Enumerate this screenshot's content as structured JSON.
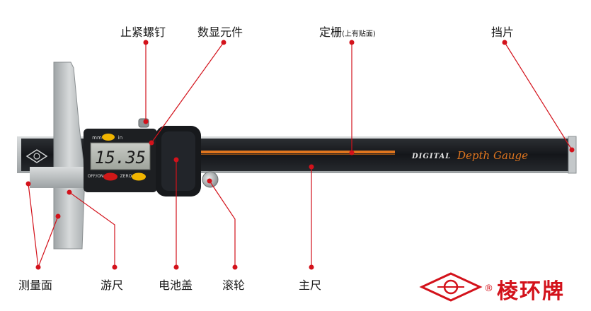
{
  "labels": {
    "lock_screw": "止紧螺钉",
    "display_unit": "数显元件",
    "grating": "定栅",
    "grating_note": "(上有贴面)",
    "stop_plate": "挡片",
    "measuring_face": "测量面",
    "vernier": "游尺",
    "battery_cover": "电池盖",
    "roller": "滚轮",
    "main_scale": "主尺"
  },
  "device": {
    "reading": "15.35",
    "unit_mm": "mm",
    "unit_in": "in",
    "button_onoff": "OFF/ON",
    "button_zero": "ZERO",
    "scale_text_1": "DIGITAL",
    "scale_text_2": "Depth Gauge"
  },
  "brand": {
    "name": "棱环牌",
    "reg": "®"
  },
  "colors": {
    "callout_red": "#d3121b",
    "accent_orange": "#e0761f",
    "button_yellow": "#f0b400",
    "button_red": "#d01818",
    "body_black": "#1a1c1f",
    "steel": "#b7bcbe"
  }
}
